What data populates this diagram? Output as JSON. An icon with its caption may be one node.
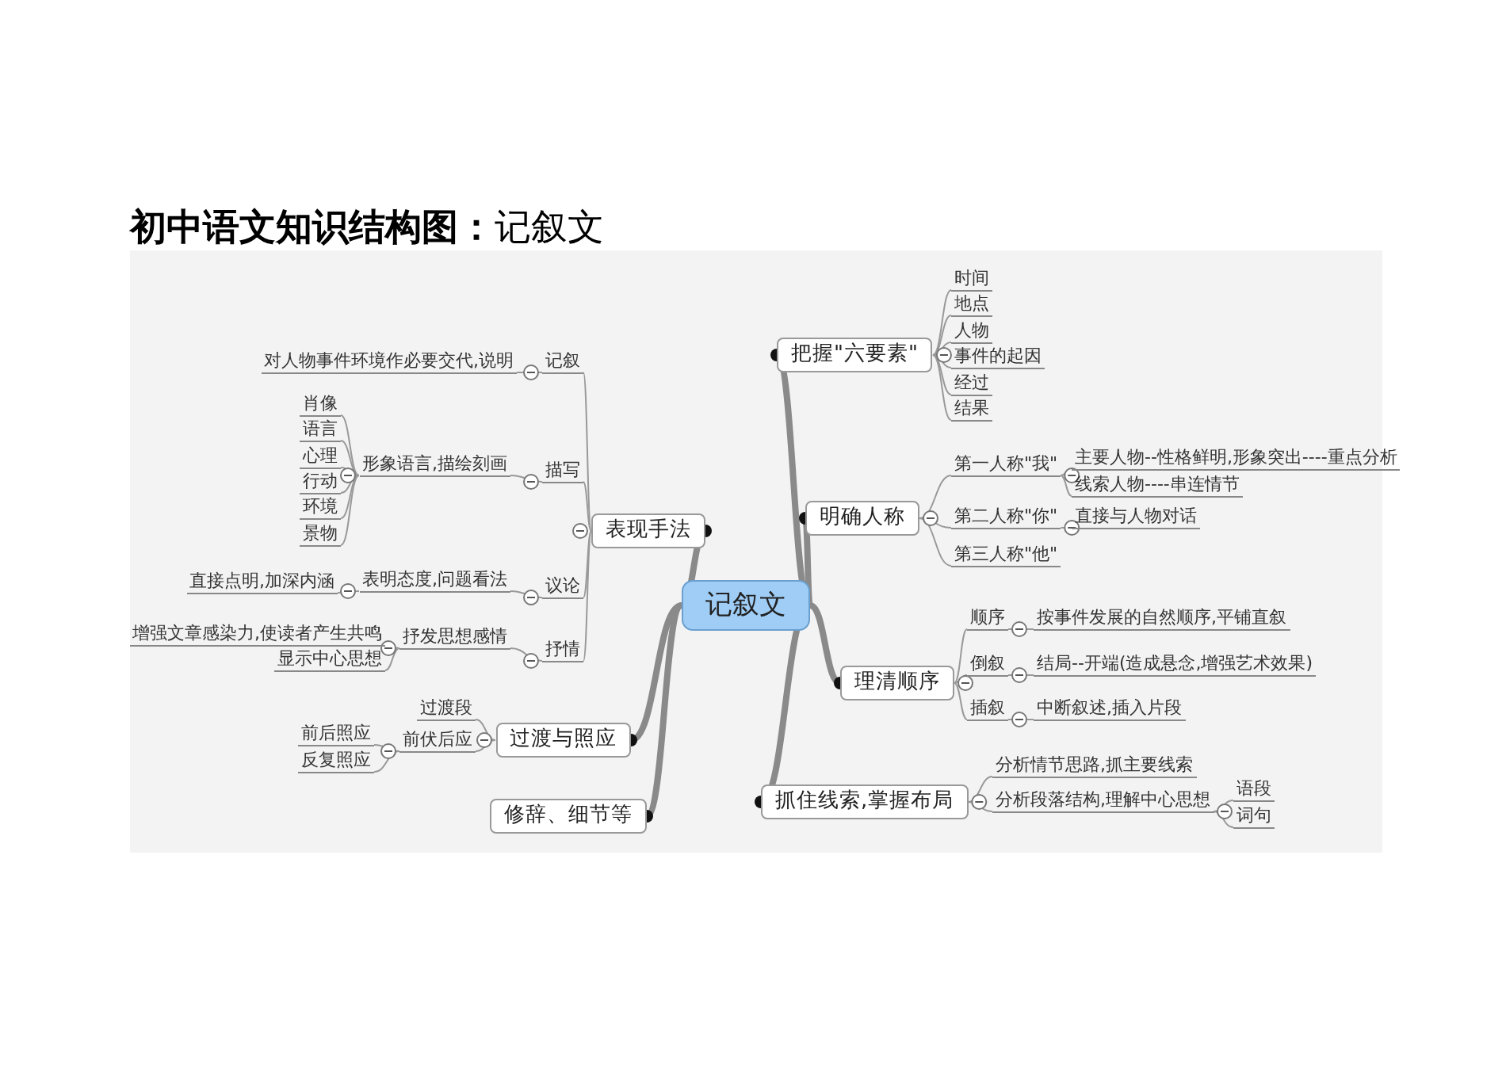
{
  "diagram": {
    "title": "**初中语文知识结构图：**记叙文",
    "nodes": [
      {
        "text": [
          "记叙文"
        ]
      },
      {
        "text": [
          "表现手法"
        ]
      },
      {
        "text": [
          "记叙"
        ]
      },
      {
        "text": [
          "对人物事件环境作必要交代,说明"
        ]
      },
      {
        "text": [
          "描写"
        ]
      },
      {
        "text": [
          "形象语言,描绘刻画"
        ]
      },
      {
        "text": [
          "肖像"
        ]
      },
      {
        "text": [
          "语言"
        ]
      },
      {
        "text": [
          "心理"
        ]
      },
      {
        "text": [
          "行动"
        ]
      },
      {
        "text": [
          "环境"
        ]
      },
      {
        "text": [
          "景物"
        ]
      },
      {
        "text": [
          "议论"
        ]
      },
      {
        "text": [
          "表明态度,问题看法"
        ]
      },
      {
        "text": [
          "直接点明,加深内涵"
        ]
      },
      {
        "text": [
          "抒情"
        ]
      },
      {
        "text": [
          "抒发思想感情"
        ]
      },
      {
        "text": [
          "增强文章感染力,使读者产生共鸣"
        ]
      },
      {
        "text": [
          "显示中心思想"
        ]
      },
      {
        "text": [
          "过渡与照应"
        ]
      },
      {
        "text": [
          "过渡段"
        ]
      },
      {
        "text": [
          "前伏后应"
        ]
      },
      {
        "text": [
          "前后照应"
        ]
      },
      {
        "text": [
          "反复照应"
        ]
      },
      {
        "text": [
          "修辞、细节等"
        ]
      },
      {
        "text": [
          "把握\"六要素\""
        ]
      },
      {
        "text": [
          "时间"
        ]
      },
      {
        "text": [
          "地点"
        ]
      },
      {
        "text": [
          "人物"
        ]
      },
      {
        "text": [
          "事件的起因"
        ]
      },
      {
        "text": [
          "经过"
        ]
      },
      {
        "text": [
          "结果"
        ]
      },
      {
        "text": [
          "明确人称"
        ]
      },
      {
        "text": [
          "第一人称\"我\""
        ]
      },
      {
        "text": [
          "主要人物--性格鲜明,形象突出----重点分析"
        ]
      },
      {
        "text": [
          "线索人物----串连情节"
        ]
      },
      {
        "text": [
          "第二人称\"你\""
        ]
      },
      {
        "text": [
          "直接与人物对话"
        ]
      },
      {
        "text": [
          "第三人称\"他\""
        ]
      },
      {
        "text": [
          "理清顺序"
        ]
      },
      {
        "text": [
          "顺序"
        ]
      },
      {
        "text": [
          "按事件发展的自然顺序,平铺直叙"
        ]
      },
      {
        "text": [
          "倒叙"
        ]
      },
      {
        "text": [
          "结局--开端(造成悬念,增强艺术效果)"
        ]
      },
      {
        "text": [
          "插叙"
        ]
      },
      {
        "text": [
          "中断叙述,插入片段"
        ]
      },
      {
        "text": [
          "抓住线索,掌握布局"
        ]
      },
      {
        "text": [
          "分析情节思路,抓主要线索"
        ]
      },
      {
        "text": [
          "分析段落结构,理解中心思想"
        ]
      },
      {
        "text": [
          "语段"
        ]
      },
      {
        "text": [
          "词句"
        ]
      }
    ],
    "edges": [
      {
        "from": 0,
        "to": 1,
        "arrow": "other",
        "style": "thick"
      },
      {
        "from": 1,
        "to": 2,
        "arrow": "none"
      },
      {
        "from": 2,
        "to": 3,
        "arrow": "none"
      },
      {
        "from": 1,
        "to": 4,
        "arrow": "none"
      },
      {
        "from": 4,
        "to": 5,
        "arrow": "none"
      },
      {
        "from": 5,
        "to": 6,
        "arrow": "none"
      },
      {
        "from": 5,
        "to": 7,
        "arrow": "none"
      },
      {
        "from": 5,
        "to": 8,
        "arrow": "none"
      },
      {
        "from": 5,
        "to": 9,
        "arrow": "none"
      },
      {
        "from": 5,
        "to": 10,
        "arrow": "none"
      },
      {
        "from": 5,
        "to": 11,
        "arrow": "none"
      },
      {
        "from": 1,
        "to": 12,
        "arrow": "none"
      },
      {
        "from": 12,
        "to": 13,
        "arrow": "none"
      },
      {
        "from": 13,
        "to": 14,
        "arrow": "none"
      },
      {
        "from": 1,
        "to": 15,
        "arrow": "none"
      },
      {
        "from": 15,
        "to": 16,
        "arrow": "none"
      },
      {
        "from": 16,
        "to": 17,
        "arrow": "none"
      },
      {
        "from": 16,
        "to": 18,
        "arrow": "none"
      },
      {
        "from": 0,
        "to": 19,
        "arrow": "other",
        "style": "thick"
      },
      {
        "from": 19,
        "to": 20,
        "arrow": "none"
      },
      {
        "from": 19,
        "to": 21,
        "arrow": "none"
      },
      {
        "from": 21,
        "to": 22,
        "arrow": "none"
      },
      {
        "from": 21,
        "to": 23,
        "arrow": "none"
      },
      {
        "from": 0,
        "to": 24,
        "arrow": "other",
        "style": "thick"
      },
      {
        "from": 0,
        "to": 25,
        "arrow": "other",
        "style": "thick"
      },
      {
        "from": 25,
        "to": 26,
        "arrow": "none"
      },
      {
        "from": 25,
        "to": 27,
        "arrow": "none"
      },
      {
        "from": 25,
        "to": 28,
        "arrow": "none"
      },
      {
        "from": 25,
        "to": 29,
        "arrow": "none"
      },
      {
        "from": 25,
        "to": 30,
        "arrow": "none"
      },
      {
        "from": 25,
        "to": 31,
        "arrow": "none"
      },
      {
        "from": 0,
        "to": 32,
        "arrow": "other",
        "style": "thick"
      },
      {
        "from": 32,
        "to": 33,
        "arrow": "none"
      },
      {
        "from": 33,
        "to": 34,
        "arrow": "none"
      },
      {
        "from": 33,
        "to": 35,
        "arrow": "none"
      },
      {
        "from": 32,
        "to": 36,
        "arrow": "none"
      },
      {
        "from": 36,
        "to": 37,
        "arrow": "none"
      },
      {
        "from": 32,
        "to": 38,
        "arrow": "none"
      },
      {
        "from": 0,
        "to": 39,
        "arrow": "other",
        "style": "thick"
      },
      {
        "from": 39,
        "to": 40,
        "arrow": "none"
      },
      {
        "from": 40,
        "to": 41,
        "arrow": "none"
      },
      {
        "from": 39,
        "to": 42,
        "arrow": "none"
      },
      {
        "from": 42,
        "to": 43,
        "arrow": "none"
      },
      {
        "from": 39,
        "to": 44,
        "arrow": "none"
      },
      {
        "from": 44,
        "to": 45,
        "arrow": "none"
      },
      {
        "from": 0,
        "to": 46,
        "arrow": "other",
        "style": "thick"
      },
      {
        "from": 46,
        "to": 47,
        "arrow": "none"
      },
      {
        "from": 46,
        "to": 48,
        "arrow": "none"
      },
      {
        "from": 48,
        "to": 49,
        "arrow": "none"
      },
      {
        "from": 48,
        "to": 50,
        "arrow": "none"
      }
    ]
  }
}
